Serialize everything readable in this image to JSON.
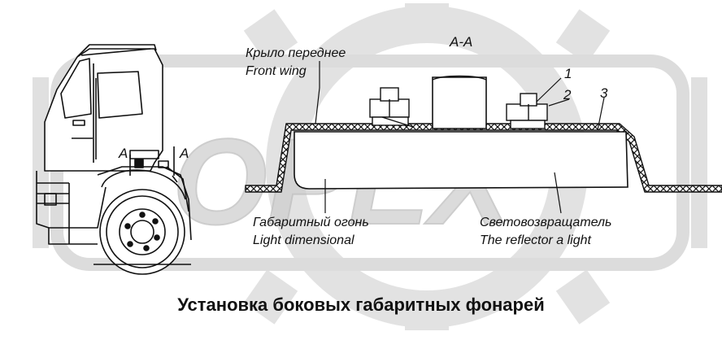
{
  "section_label": "А-А",
  "front_view_markers": [
    "А",
    "А"
  ],
  "callouts": [
    "1",
    "2",
    "3"
  ],
  "labels": {
    "front_wing_ru": "Крыло переднее",
    "front_wing_en": "Front wing",
    "light_ru": "Габаритный огонь",
    "light_en": "Light dimensional",
    "reflector_ru": "Световозвращатель",
    "reflector_en": "The reflector a light"
  },
  "watermark": "OPEX",
  "caption": "Установка боковых габаритных фонарей",
  "colors": {
    "ink": "#111111",
    "watermark": "#d9d9d9",
    "background": "#ffffff"
  }
}
